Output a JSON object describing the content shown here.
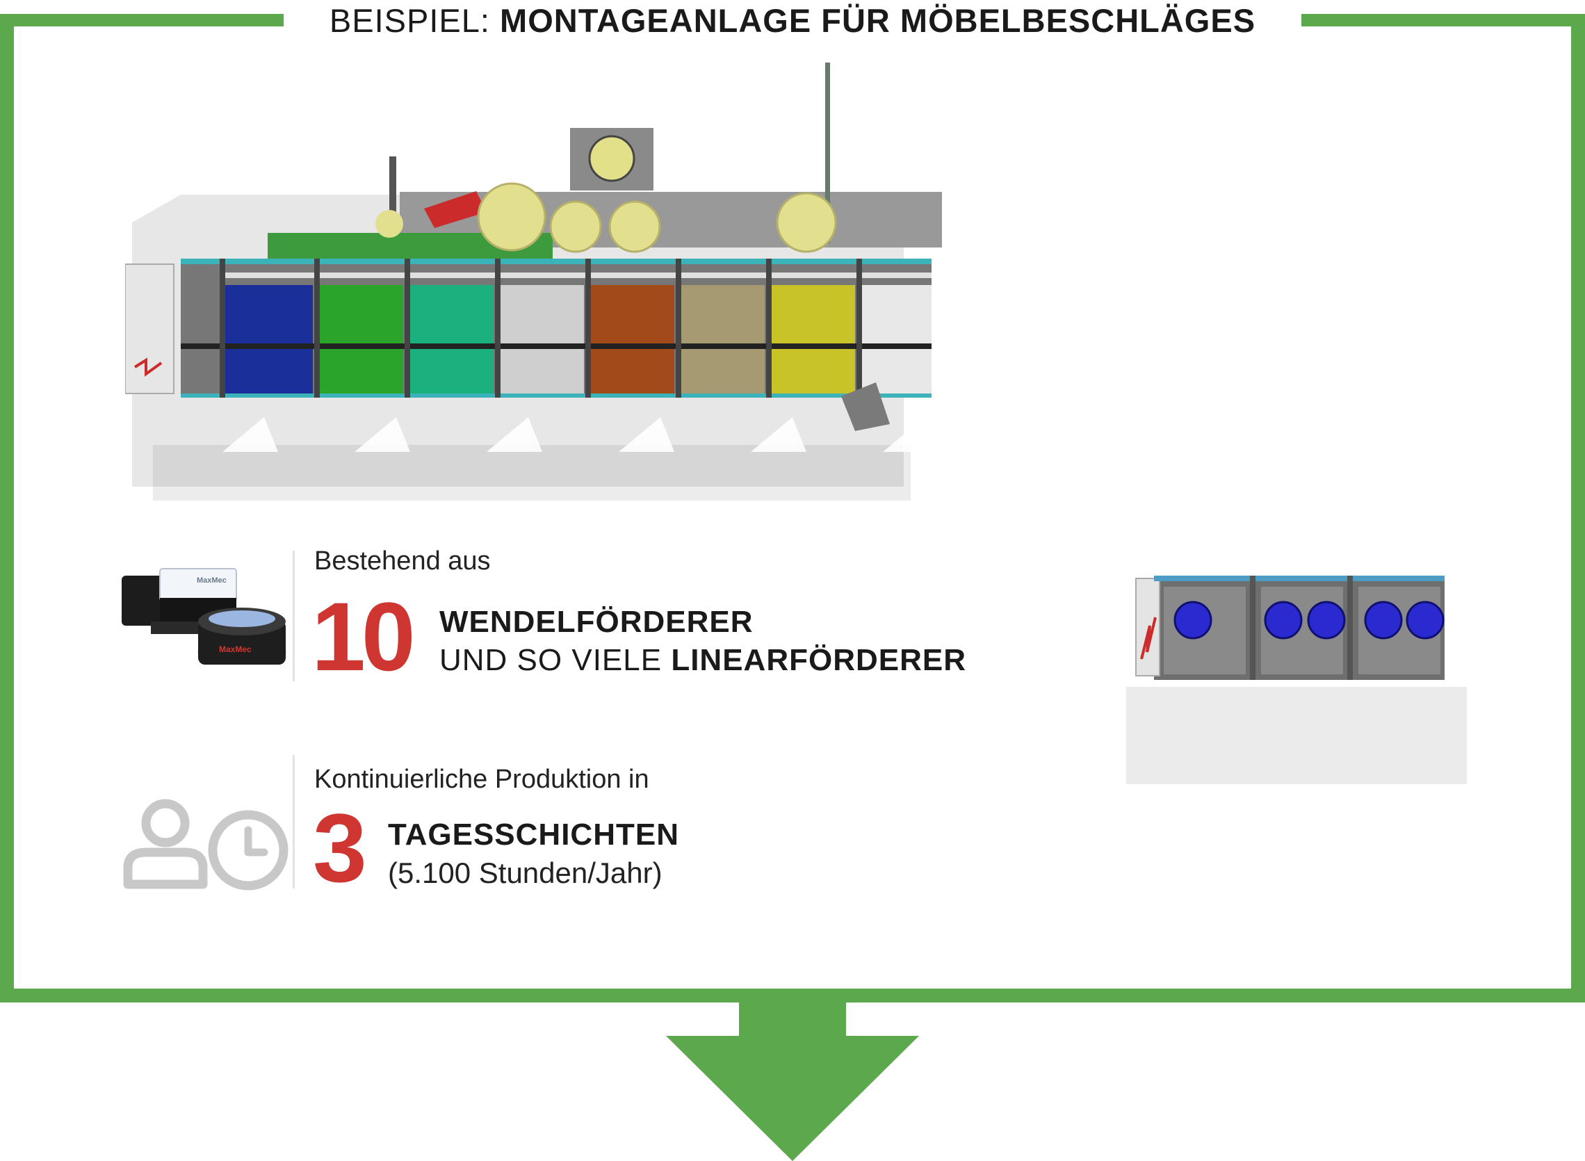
{
  "header": {
    "title_prefix": "BEISPIEL:",
    "title_main": "MONTAGEANLAGE FÜR MÖBELBESCHLÄGES"
  },
  "feature_conveyors": {
    "lead": "Bestehend aus",
    "number": "10",
    "line1_bold": "WENDELFÖRDERER",
    "line2_regular": "UND SO VIELE",
    "line2_bold": "LINEARFÖRDERER",
    "product_brand": "MaxMec",
    "product_brand_accent": "#d4352f"
  },
  "feature_shifts": {
    "lead": "Kontinuierliche Produktion in",
    "number": "3",
    "line1_bold": "TAGESSCHICHTEN",
    "line2": "(5.100 Stunden/Jahr)",
    "icons": [
      "user-icon",
      "clock-icon"
    ]
  },
  "colors": {
    "frame_green": "#5ba84d",
    "accent_red": "#cf3631",
    "icon_gray": "#c8c8c8"
  }
}
